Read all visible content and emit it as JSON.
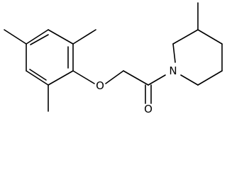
{
  "molecule": {
    "atoms": {
      "ether_oxygen": "O",
      "carbonyl_oxygen": "O",
      "ring_nitrogen": "N"
    },
    "colors": {
      "bond": "#000000",
      "label": "#000000",
      "background": "#ffffff"
    }
  }
}
